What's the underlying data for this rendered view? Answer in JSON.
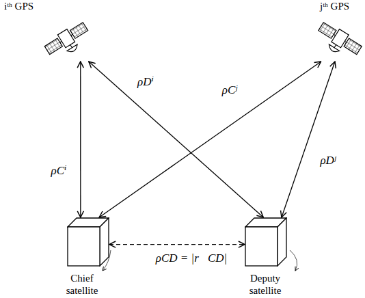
{
  "diagram": {
    "nodes": [
      {
        "text": [
          "iᵗʰ GPS"
        ]
      },
      {
        "text": [
          "jᵗʰ GPS"
        ]
      },
      {
        "text": [
          "Chief satellite"
        ]
      },
      {
        "text": [
          "Deputy satellite"
        ]
      }
    ],
    "edges": [
      {
        "from": 0,
        "to": 2,
        "arrow": "both",
        "label": "ρCⁱ"
      },
      {
        "from": 0,
        "to": 3,
        "arrow": "both",
        "label": "ρDⁱ"
      },
      {
        "from": 1,
        "to": 2,
        "arrow": "both",
        "label": "ρCʲ"
      },
      {
        "from": 1,
        "to": 3,
        "arrow": "both",
        "label": "ρDʲ"
      },
      {
        "from": 2,
        "to": 3,
        "arrow": "both",
        "label": "ρCD = |r⃗CD|"
      }
    ]
  }
}
